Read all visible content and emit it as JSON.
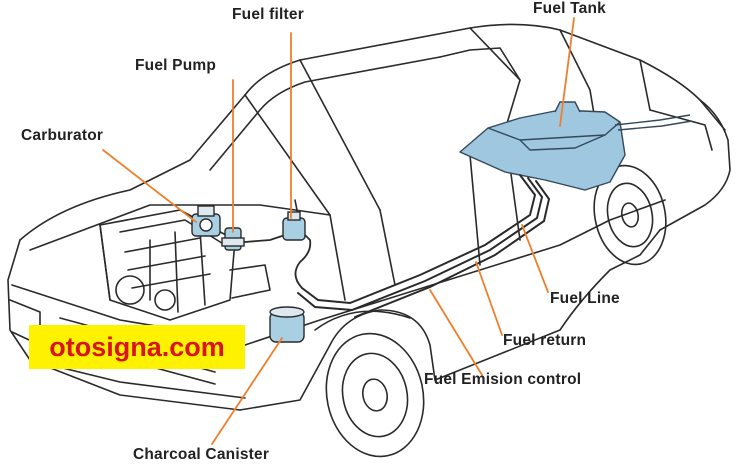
{
  "labels": {
    "fuel_filter": "Fuel filter",
    "fuel_tank": "Fuel Tank",
    "fuel_pump": "Fuel Pump",
    "carburator": "Carburator",
    "fuel_line": "Fuel Line",
    "fuel_return": "Fuel return",
    "fuel_emision_control": "Fuel Emision control",
    "charcoal_canister": "Charcoal Canister"
  },
  "watermark": "otosigna.com",
  "colors": {
    "leader_line": "#f07e2a",
    "tank_fill": "#9fc8e0",
    "car_outline": "#2a2a2a",
    "watermark_bg": "#fff200",
    "watermark_text": "#d8141e",
    "label_text": "#222222"
  }
}
